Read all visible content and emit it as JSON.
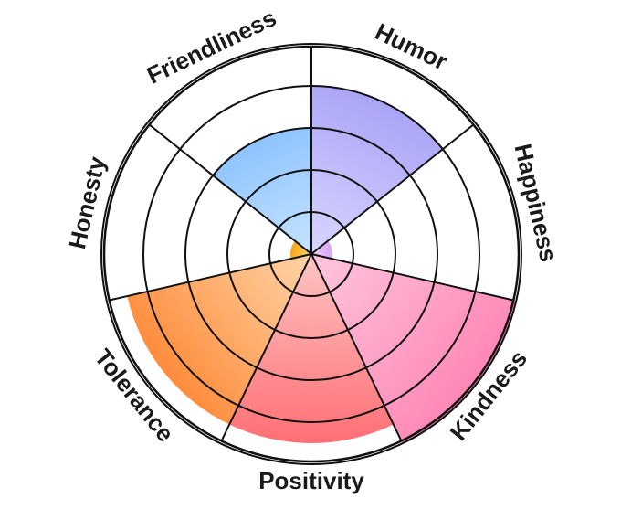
{
  "chart_data": {
    "type": "radial-bar",
    "max": 5,
    "rings": 5,
    "segments": [
      {
        "label": "Humor",
        "value": 4,
        "colors": [
          "#d8d6ff",
          "#aaa4f6"
        ]
      },
      {
        "label": "Happiness",
        "value": 0.5,
        "colors": [
          "#ead2fb",
          "#d5a6f0"
        ]
      },
      {
        "label": "Kindness",
        "value": 5,
        "colors": [
          "#ffc6de",
          "#ff86b6"
        ]
      },
      {
        "label": "Positivity",
        "value": 4.5,
        "colors": [
          "#ffc4c4",
          "#ff6f75"
        ]
      },
      {
        "label": "Tolerance",
        "value": 4.5,
        "colors": [
          "#ffd5a8",
          "#ff8c3b"
        ]
      },
      {
        "label": "Honesty",
        "value": 0.5,
        "colors": [
          "#ffd566",
          "#f5a51a"
        ]
      },
      {
        "label": "Friendliness",
        "value": 3,
        "colors": [
          "#c6e4ff",
          "#8ec3ff"
        ]
      }
    ]
  }
}
